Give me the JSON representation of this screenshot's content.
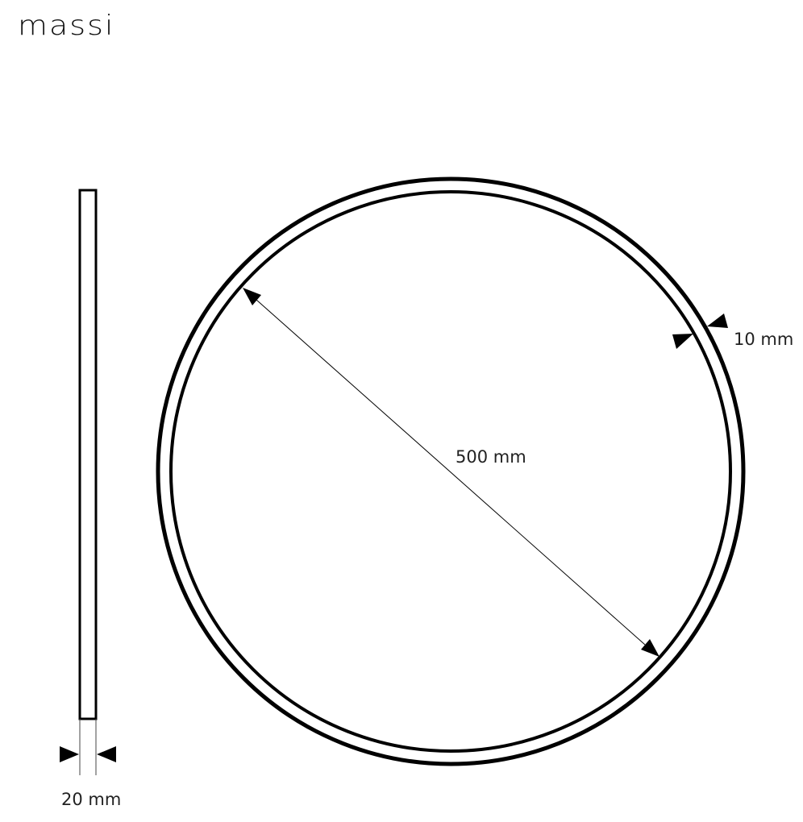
{
  "brand": {
    "logo_text": "massi"
  },
  "diagram": {
    "dimensions": {
      "diameter": "500 mm",
      "rim_width": "10 mm",
      "depth": "20 mm"
    }
  },
  "colors": {
    "line": "#000000",
    "background": "#ffffff"
  }
}
